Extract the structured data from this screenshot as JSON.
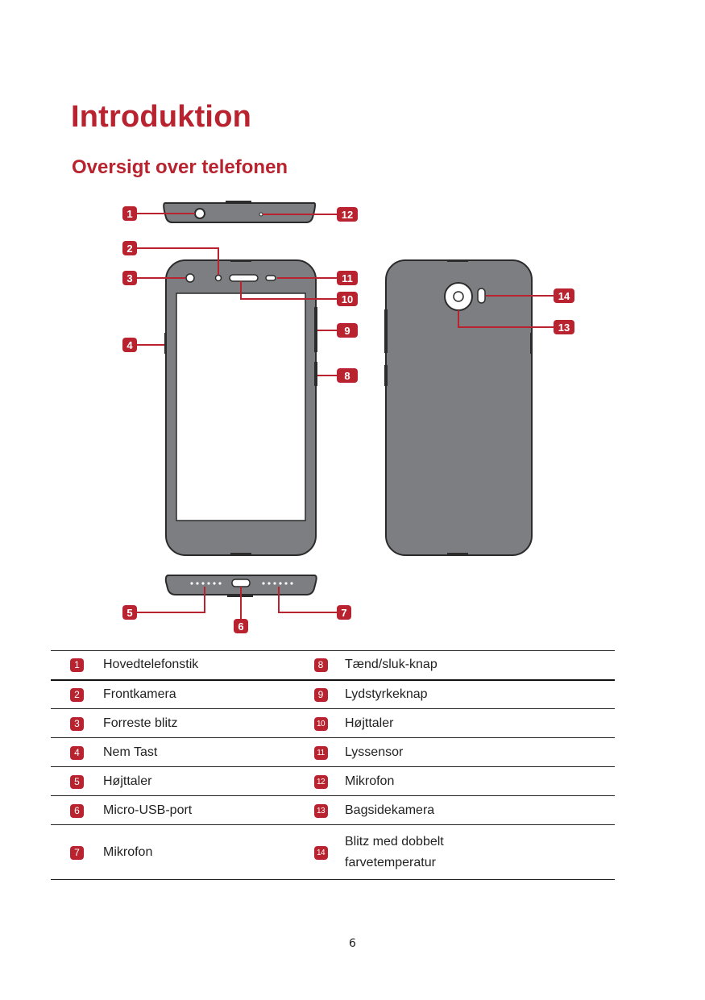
{
  "heading": {
    "title": "Introduktion",
    "subtitle": "Oversigt over telefonen"
  },
  "colors": {
    "accent": "#b8232f",
    "phone_body": "#7d7e82",
    "phone_outline": "#2b2b2b",
    "screen": "#ffffff"
  },
  "callouts": [
    "1",
    "2",
    "3",
    "4",
    "5",
    "6",
    "7",
    "8",
    "9",
    "10",
    "11",
    "12",
    "13",
    "14"
  ],
  "legend": {
    "rows": [
      {
        "n1": "1",
        "l1": "Hovedtelefonstik",
        "n2": "8",
        "l2": "Tænd/sluk-knap"
      },
      {
        "n1": "2",
        "l1": "Frontkamera",
        "n2": "9",
        "l2": "Lydstyrkeknap"
      },
      {
        "n1": "3",
        "l1": "Forreste blitz",
        "n2": "10",
        "l2": "Højttaler"
      },
      {
        "n1": "4",
        "l1": "Nem Tast",
        "n2": "11",
        "l2": "Lyssensor"
      },
      {
        "n1": "5",
        "l1": "Højttaler",
        "n2": "12",
        "l2": "Mikrofon"
      },
      {
        "n1": "6",
        "l1": "Micro-USB-port",
        "n2": "13",
        "l2": "Bagsidekamera"
      },
      {
        "n1": "7",
        "l1": "Mikrofon",
        "n2": "14",
        "l2a": "Blitz med dobbelt",
        "l2b": "farvetemperatur"
      }
    ]
  },
  "page_number": "6"
}
